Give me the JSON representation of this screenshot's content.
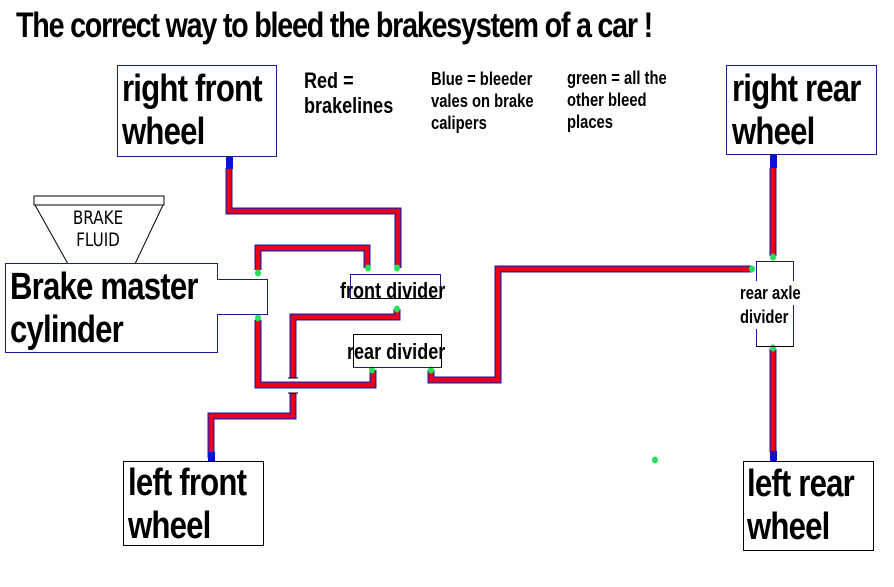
{
  "title": "The correct way to bleed the brakesystem of a car !",
  "legend": {
    "red": [
      "Red =",
      "brakelines"
    ],
    "blue": [
      "Blue = bleeder",
      "vales on brake",
      "calipers"
    ],
    "green": [
      "green = all the",
      "other bleed",
      "places"
    ]
  },
  "components": {
    "right_front_wheel": [
      "right front",
      "wheel"
    ],
    "right_rear_wheel": [
      "right rear",
      "wheel"
    ],
    "left_front_wheel": [
      "left front",
      "wheel"
    ],
    "left_rear_wheel": [
      "left rear",
      "wheel"
    ],
    "master_cylinder": [
      "Brake master",
      "cylinder"
    ],
    "reservoir": [
      "BRAKE",
      "FLUID"
    ],
    "front_divider": "front divider",
    "rear_divider": "rear divider",
    "rear_axle_divider": [
      "rear axle",
      "divider"
    ]
  },
  "colors": {
    "brakeline": "#e8001c",
    "brakeline_outline": "#2a1aa0",
    "bleeder_valve": "#0a14d0",
    "bleed_point": "#22e05a"
  }
}
